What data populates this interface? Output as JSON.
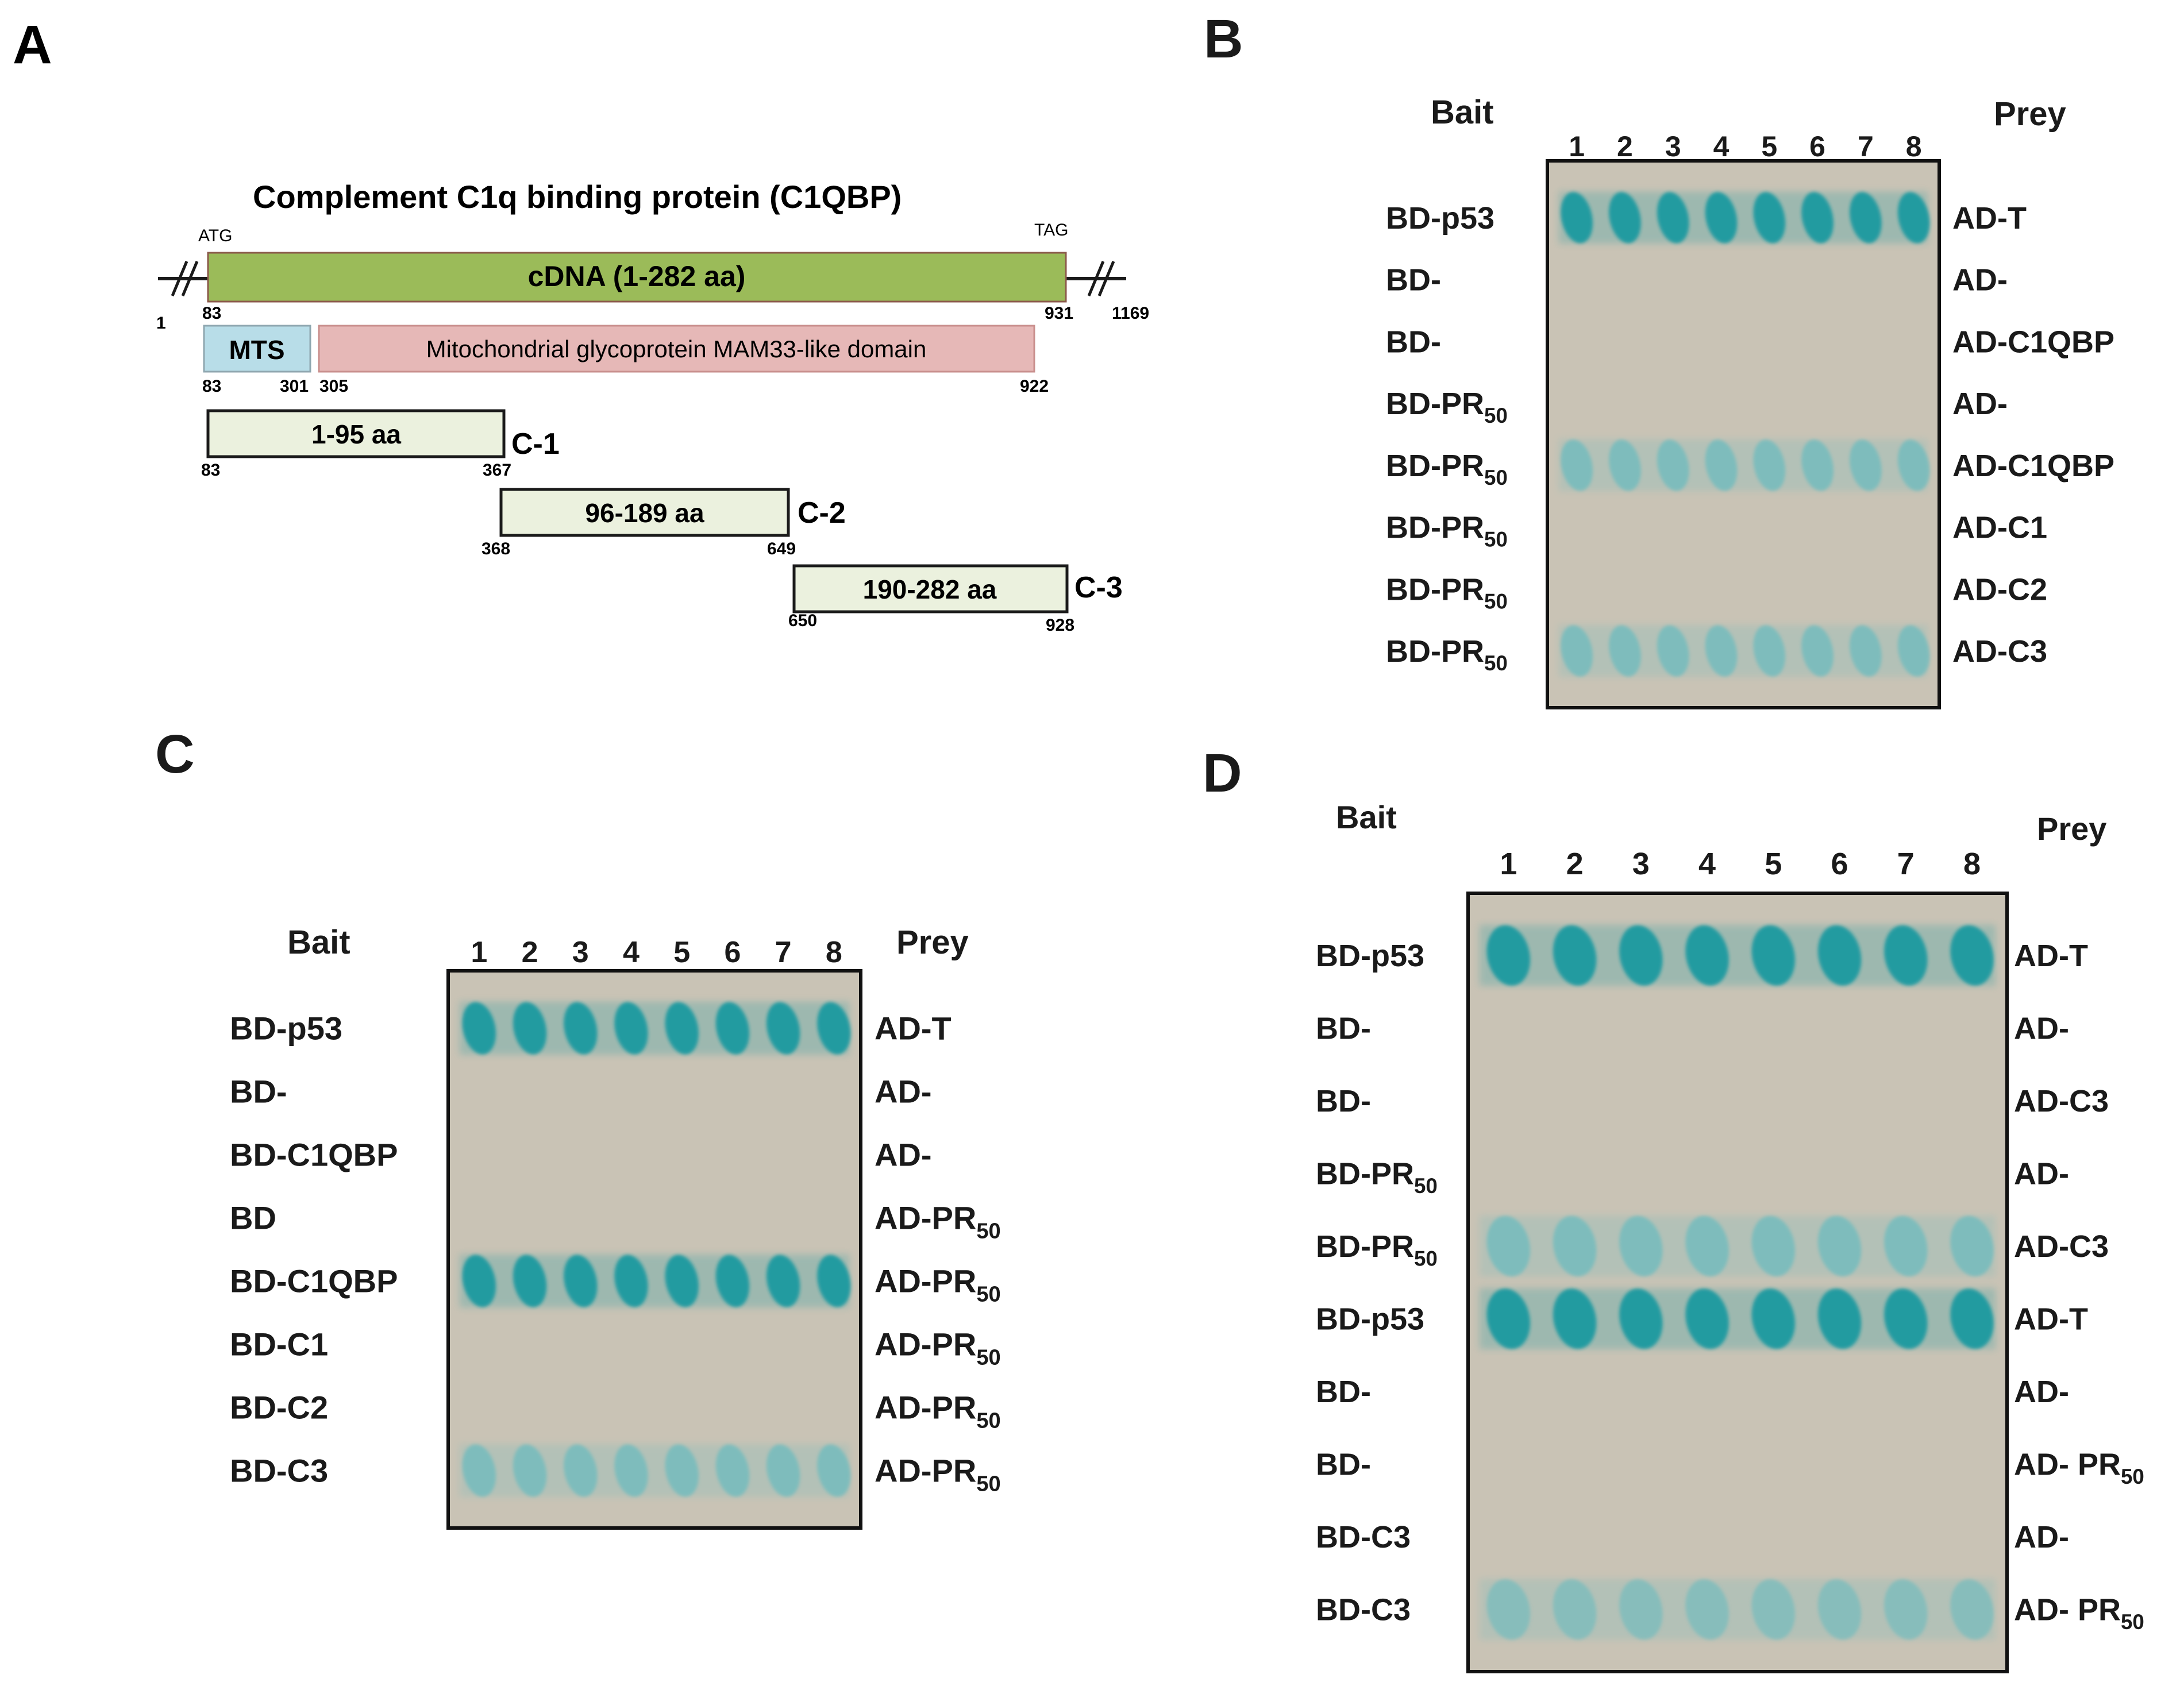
{
  "colors": {
    "text": "#1a1a1a",
    "cdna_fill": "#9bbb59",
    "mts_fill": "#b8dde8",
    "domain_fill": "#e6b8b7",
    "fragment_fill": "#ebf1de",
    "plate_fill": "#c9c3b5",
    "blue_strong": "#1f9aa0",
    "blue_light": "#74bcbd"
  },
  "panels": {
    "A": {
      "letter": "A",
      "title": "Complement C1q binding protein (C1QBP)",
      "atg": "ATG",
      "tag": "TAG",
      "cdna_label": "cDNA (1-282 aa)",
      "pos_start": "1",
      "pos_end": "1169",
      "pos_83": "83",
      "pos_931": "931",
      "mts_label": "MTS",
      "domain_label": "Mitochondrial glycoprotein MAM33-like domain",
      "mts_start": "83",
      "mts_end": "301",
      "domain_start": "305",
      "domain_end": "922",
      "fragments": [
        {
          "label": "1-95 aa",
          "name": "C-1",
          "start": "83",
          "end": "367"
        },
        {
          "label": "96-189 aa",
          "name": "C-2",
          "start": "368",
          "end": "649"
        },
        {
          "label": "190-282 aa",
          "name": "C-3",
          "start": "650",
          "end": "928"
        }
      ]
    },
    "B": {
      "letter": "B",
      "bait_header": "Bait",
      "prey_header": "Prey",
      "lanes": [
        "1",
        "2",
        "3",
        "4",
        "5",
        "6",
        "7",
        "8"
      ],
      "rows": [
        {
          "bait": "BD-p53",
          "bait_sub": "",
          "prey": "AD-T",
          "prey_sub": "",
          "signal": "strong"
        },
        {
          "bait": "BD-",
          "bait_sub": "",
          "prey": "AD-",
          "prey_sub": "",
          "signal": "none"
        },
        {
          "bait": "BD-",
          "bait_sub": "",
          "prey": "AD-C1QBP",
          "prey_sub": "",
          "signal": "none"
        },
        {
          "bait": "BD-PR",
          "bait_sub": "50",
          "prey": "AD-",
          "prey_sub": "",
          "signal": "none"
        },
        {
          "bait": "BD-PR",
          "bait_sub": "50",
          "prey": "AD-C1QBP",
          "prey_sub": "",
          "signal": "medium"
        },
        {
          "bait": "BD-PR",
          "bait_sub": "50",
          "prey": "AD-C1",
          "prey_sub": "",
          "signal": "none"
        },
        {
          "bait": "BD-PR",
          "bait_sub": "50",
          "prey": "AD-C2",
          "prey_sub": "",
          "signal": "none"
        },
        {
          "bait": "BD-PR",
          "bait_sub": "50",
          "prey": "AD-C3",
          "prey_sub": "",
          "signal": "medium"
        }
      ]
    },
    "C": {
      "letter": "C",
      "bait_header": "Bait",
      "prey_header": "Prey",
      "lanes": [
        "1",
        "2",
        "3",
        "4",
        "5",
        "6",
        "7",
        "8"
      ],
      "rows": [
        {
          "bait": "BD-p53",
          "bait_sub": "",
          "prey": "AD-T",
          "prey_sub": "",
          "signal": "strong"
        },
        {
          "bait": "BD-",
          "bait_sub": "",
          "prey": "AD-",
          "prey_sub": "",
          "signal": "none"
        },
        {
          "bait": "BD-C1QBP",
          "bait_sub": "",
          "prey": "AD-",
          "prey_sub": "",
          "signal": "none"
        },
        {
          "bait": "BD",
          "bait_sub": "",
          "prey": "AD-PR",
          "prey_sub": "50",
          "signal": "none"
        },
        {
          "bait": "BD-C1QBP",
          "bait_sub": "",
          "prey": "AD-PR",
          "prey_sub": "50",
          "signal": "strong"
        },
        {
          "bait": "BD-C1",
          "bait_sub": "",
          "prey": "AD-PR",
          "prey_sub": "50",
          "signal": "none"
        },
        {
          "bait": "BD-C2",
          "bait_sub": "",
          "prey": "AD-PR",
          "prey_sub": "50",
          "signal": "none"
        },
        {
          "bait": "BD-C3",
          "bait_sub": "",
          "prey": "AD-PR",
          "prey_sub": "50",
          "signal": "medium"
        }
      ]
    },
    "D": {
      "letter": "D",
      "bait_header": "Bait",
      "prey_header": "Prey",
      "lanes": [
        "1",
        "2",
        "3",
        "4",
        "5",
        "6",
        "7",
        "8"
      ],
      "rows": [
        {
          "bait": "BD-p53",
          "bait_sub": "",
          "prey": "AD-T",
          "prey_sub": "",
          "signal": "strong"
        },
        {
          "bait": "BD-",
          "bait_sub": "",
          "prey": "AD-",
          "prey_sub": "",
          "signal": "none"
        },
        {
          "bait": "BD-",
          "bait_sub": "",
          "prey": "AD-C3",
          "prey_sub": "",
          "signal": "none"
        },
        {
          "bait": "BD-PR",
          "bait_sub": "50",
          "prey": "AD-",
          "prey_sub": "",
          "signal": "none"
        },
        {
          "bait": "BD-PR",
          "bait_sub": "50",
          "prey": "AD-C3",
          "prey_sub": "",
          "signal": "medium"
        },
        {
          "bait": "BD-p53",
          "bait_sub": "",
          "prey": "AD-T",
          "prey_sub": "",
          "signal": "strong"
        },
        {
          "bait": "BD-",
          "bait_sub": "",
          "prey": "AD-",
          "prey_sub": "",
          "signal": "none"
        },
        {
          "bait": "BD-",
          "bait_sub": "",
          "prey": "AD- PR",
          "prey_sub": "50",
          "signal": "none"
        },
        {
          "bait": "BD-C3",
          "bait_sub": "",
          "prey": "AD-",
          "prey_sub": "",
          "signal": "none"
        },
        {
          "bait": "BD-C3",
          "bait_sub": "",
          "prey": "AD- PR",
          "prey_sub": "50",
          "signal": "light"
        }
      ]
    }
  }
}
